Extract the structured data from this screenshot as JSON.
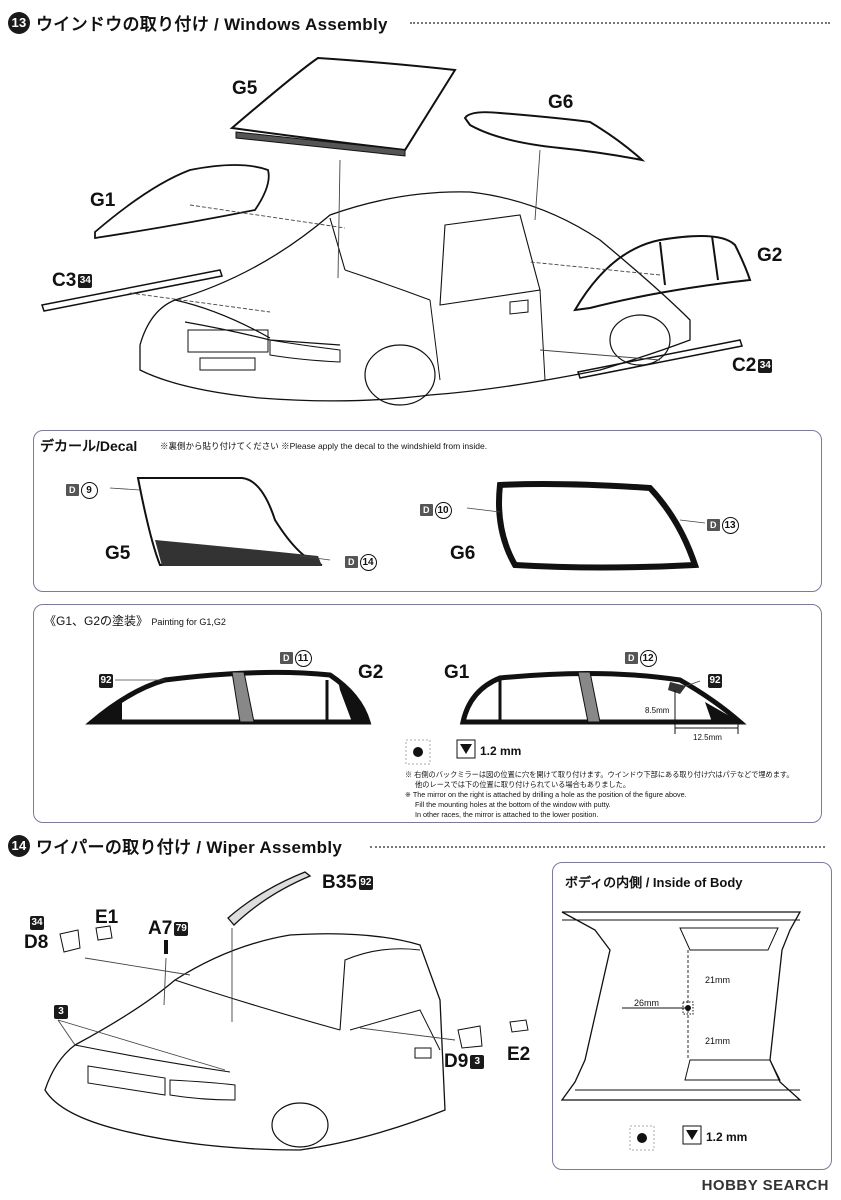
{
  "step13": {
    "number": "13",
    "title": "ウインドウの取り付け / Windows Assembly",
    "parts": [
      {
        "label": "G5"
      },
      {
        "label": "G6"
      },
      {
        "label": "G1"
      },
      {
        "label": "G2"
      },
      {
        "label": "C3",
        "chip": "34"
      },
      {
        "label": "C2",
        "chip": "34"
      }
    ]
  },
  "decal_panel": {
    "title": "デカール/Decal",
    "note": "※裏側から貼り付けてください ※Please apply the decal to the windshield from inside.",
    "flag_letter": "D",
    "labels": {
      "g5": "G5",
      "g6": "G6"
    },
    "decals": [
      "9",
      "14",
      "10",
      "13"
    ]
  },
  "paint_panel": {
    "title": "《G1、G2の塗装》",
    "subtitle": "Painting for G1,G2",
    "labels": {
      "g2": "G2",
      "g1": "G1"
    },
    "color_chip": "92",
    "decals": [
      "11",
      "12"
    ],
    "dims": {
      "height": "8.5mm",
      "width": "12.5mm"
    },
    "drill": "1.2 mm",
    "notes": [
      "※ 右側のバックミラーは図の位置に穴を開けて取り付けます。ウインドウ下部にある取り付け穴はパテなどで埋めます。",
      "他のレースでは下の位置に取り付けられている場合もありました。",
      "※ The mirror on the right is attached by drilling a hole as the position of the figure above.",
      "Fill the mounting holes at the bottom of the window with putty.",
      "In other races, the mirror is attached to the lower position."
    ]
  },
  "step14": {
    "number": "14",
    "title": "ワイパーの取り付け / Wiper Assembly",
    "parts": {
      "b35": "B35",
      "b35_chip": "92",
      "e1": "E1",
      "a7": "A7",
      "a7_chip": "79",
      "d8": "D8",
      "d8_chip": "34",
      "e2": "E2",
      "d9": "D9",
      "d9_chip": "3",
      "color3": "3"
    }
  },
  "inside_panel": {
    "title": "ボディの内側 / Inside of Body",
    "dims": {
      "top": "21mm",
      "bottom": "21mm",
      "left": "26mm"
    },
    "drill": "1.2 mm"
  },
  "watermark": "HOBBY SEARCH"
}
